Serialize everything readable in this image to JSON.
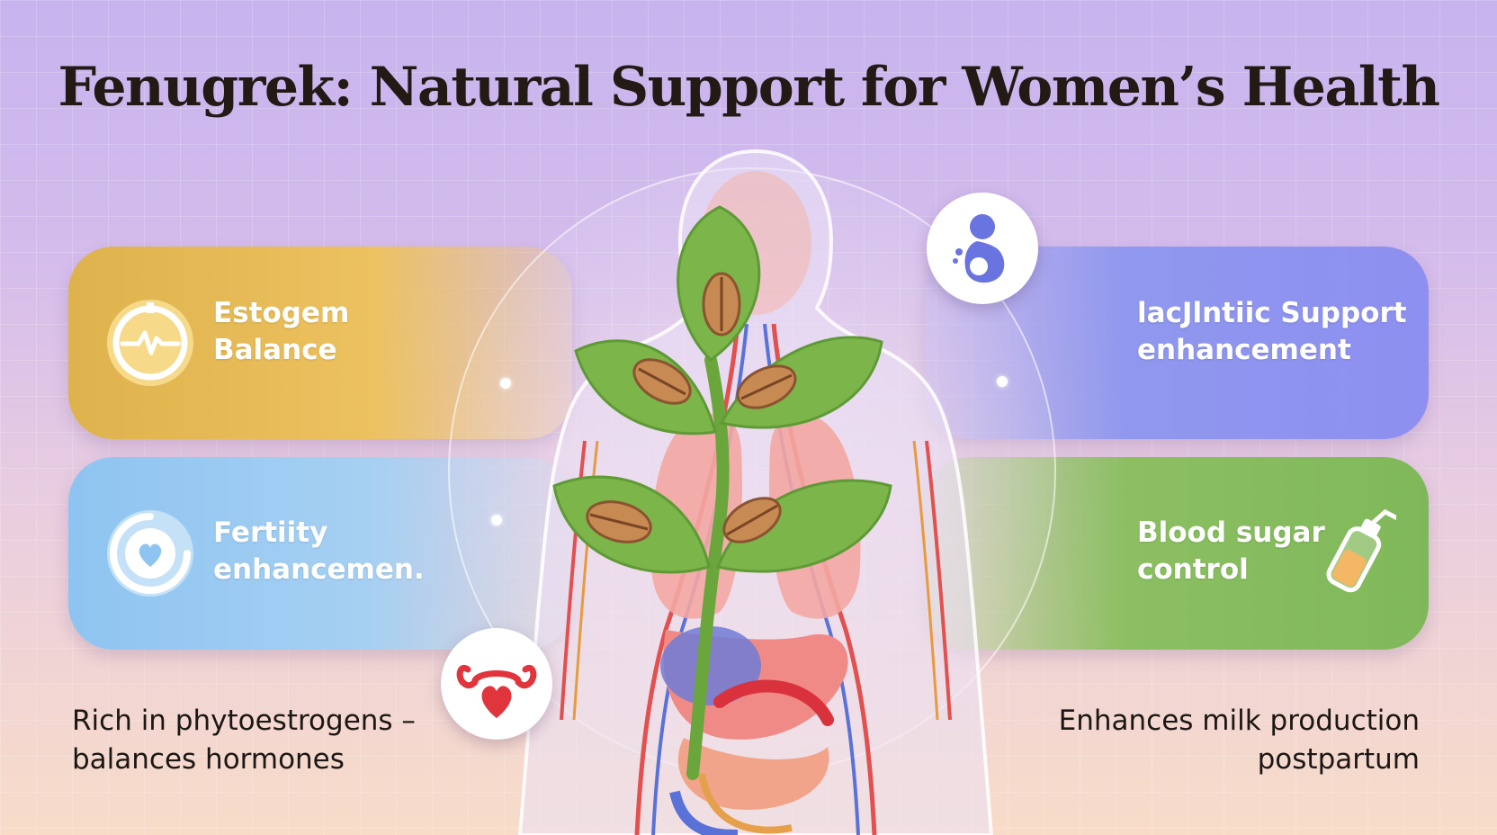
{
  "title": "Fenugrek: Natural Support for Women’s Health",
  "cards": {
    "top_left": {
      "line1": "Estogem",
      "line2": "Balance",
      "icon": "heartbeat-icon",
      "color": "#deb24c"
    },
    "bottom_left": {
      "line1": "Fertiity",
      "line2": "enhancemen.",
      "icon": "heart-circle-icon",
      "color": "#8ec4f1"
    },
    "top_right": {
      "line1": "lacJlntiic Support",
      "line2": "enhancement",
      "icon": "pregnancy-icon",
      "color": "#8e8ff0"
    },
    "bottom_right": {
      "line1": "Blood sugar",
      "line2": "control",
      "icon": "bottle-icon",
      "color": "#7fb85a"
    }
  },
  "bottom_left_text": {
    "line1": "Rich in phytoestrogens –",
    "line2": "balances hormones"
  },
  "bottom_right_text": {
    "line1": "Enhances milk production",
    "line2": "postpartum"
  },
  "center": {
    "figure_icon": "human-anatomy-icon",
    "plant_icon": "fenugreek-plant-icon",
    "uterus_icon": "uterus-icon"
  }
}
